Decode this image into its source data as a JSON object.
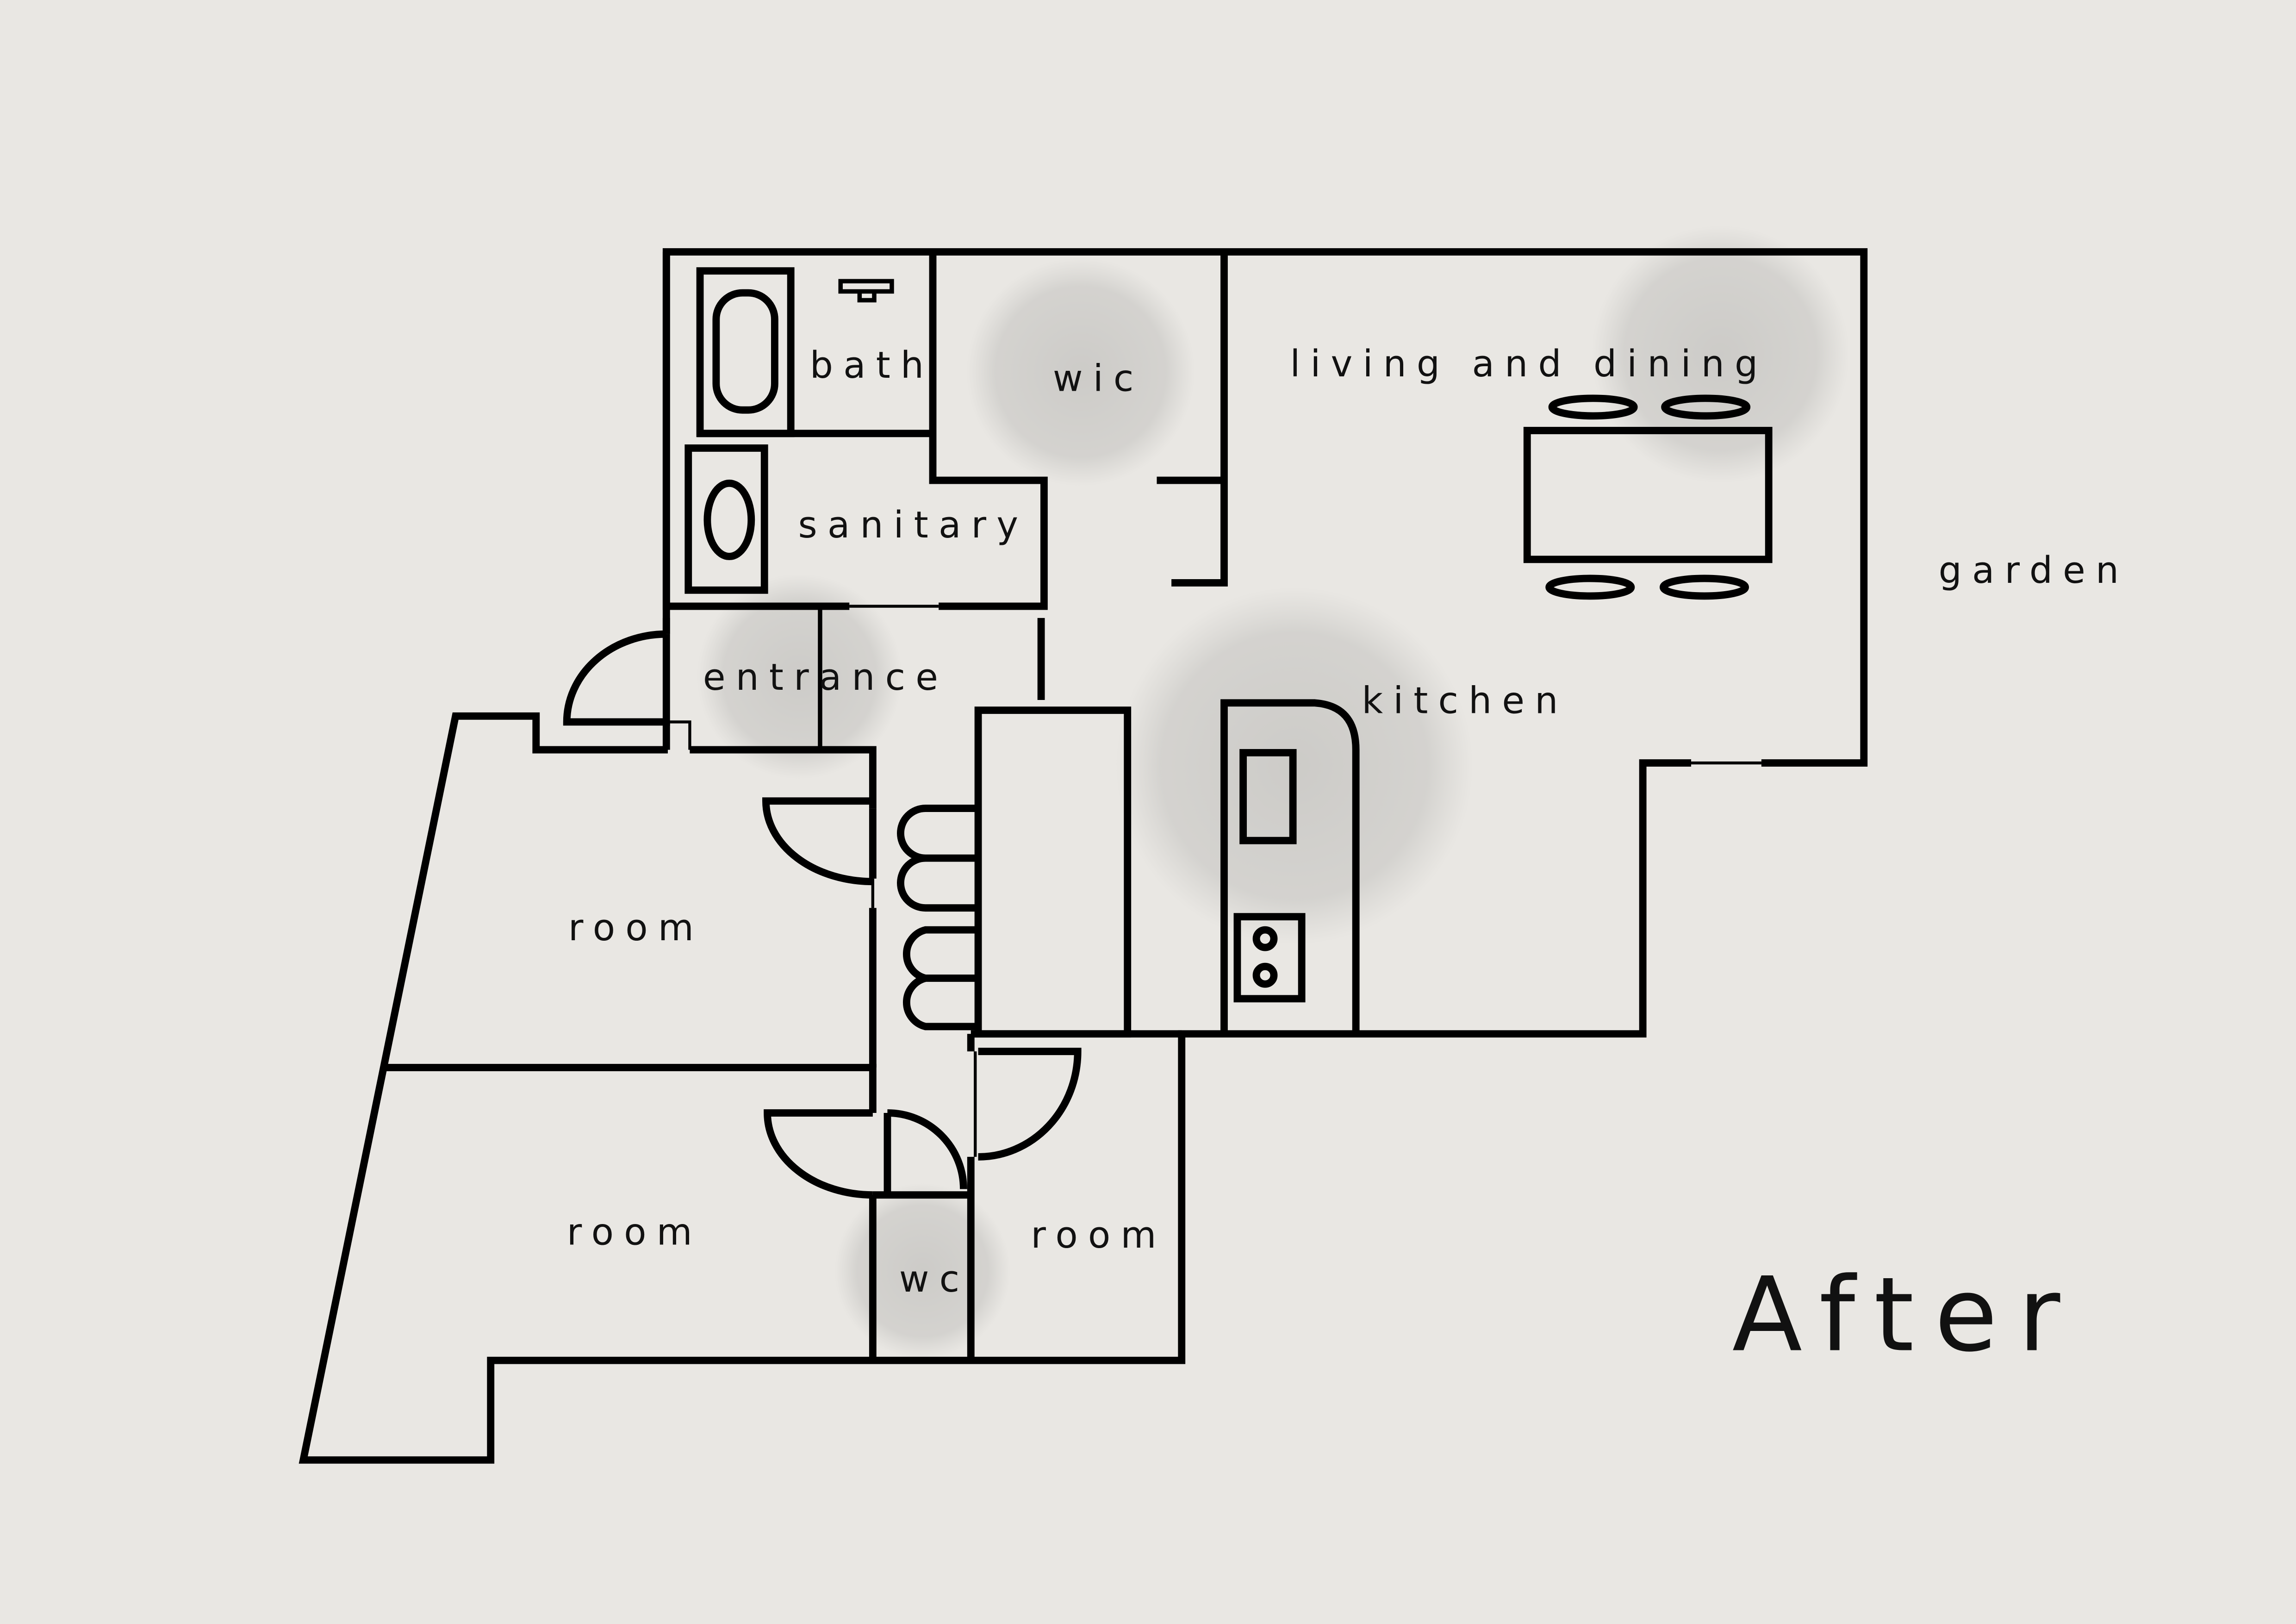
{
  "page": {
    "background": "#e9e7e3",
    "ink": "#000000",
    "stain": "#bdbcb9"
  },
  "title": "After",
  "rooms": {
    "bath": "bath",
    "wic": "wic",
    "living_dining": "living and dining",
    "sanitary": "sanitary",
    "garden": "garden",
    "entrance": "entrance",
    "kitchen": "kitchen",
    "room_upper": "room",
    "room_lower": "room",
    "room_small": "room",
    "wc": "wc"
  }
}
